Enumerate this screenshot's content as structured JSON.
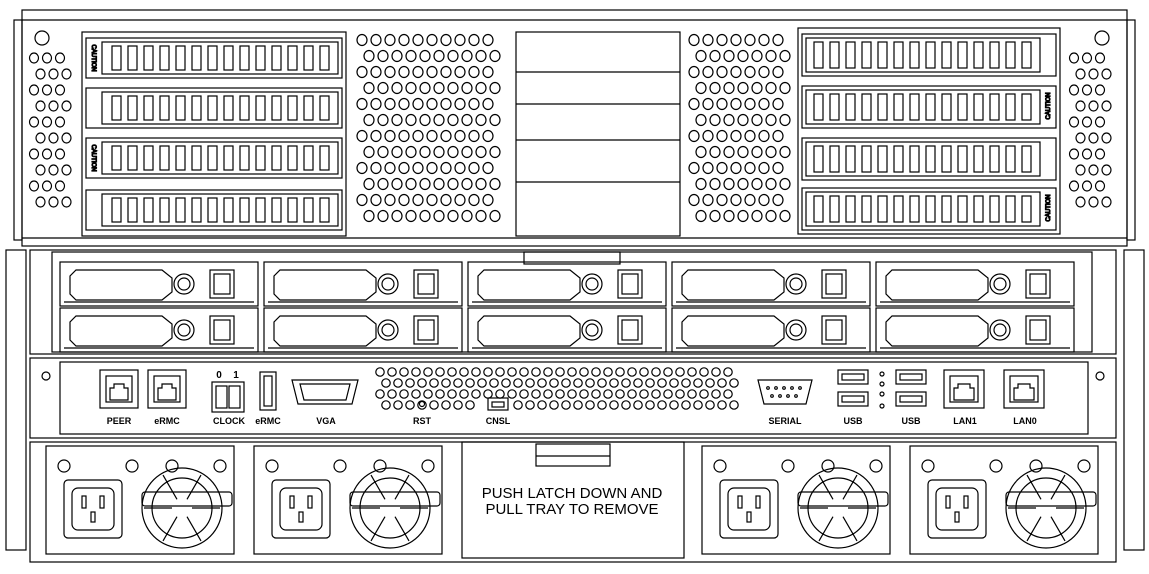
{
  "title": "",
  "io_ports": {
    "peer": "PEER",
    "ermc_lan": "eRMC",
    "clock_0": "0",
    "clock_1": "1",
    "clock": "CLOCK",
    "ermc_usb": "eRMC",
    "vga": "VGA",
    "rst": "RST",
    "cnsl": "CNSL",
    "serial": "SERIAL",
    "usb_1": "USB",
    "usb_2": "USB",
    "lan1": "LAN1",
    "lan0": "LAN0"
  },
  "center_tray": {
    "line1": "PUSH LATCH DOWN AND",
    "line2": "PULL TRAY TO REMOVE"
  },
  "dimm_label_text": "CAUTION",
  "counts": {
    "drive_bays": 10,
    "psu_modules": 4,
    "left_dimm_slots": 4,
    "right_dimm_slots": 4
  }
}
